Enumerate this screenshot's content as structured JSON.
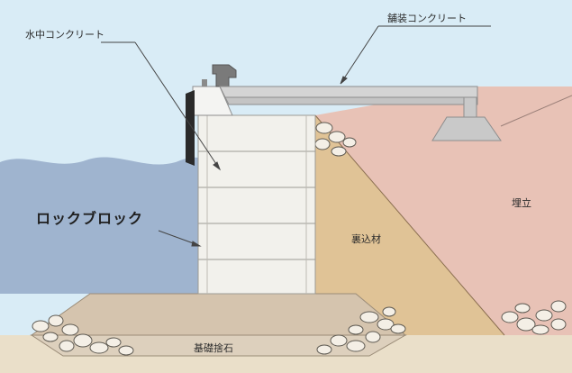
{
  "labels": {
    "underwater_concrete": "水中コンクリート",
    "paving_concrete": "舗装コンクリート",
    "rock_block": "ロックブロック",
    "backfill": "裏込材",
    "reclaimed_land": "埋立",
    "foundation_rubble": "基礎捨石"
  },
  "colors": {
    "sky": "#d9ecf6",
    "water": "#9fb4cf",
    "sea_floor": "#eadfc9",
    "mound": "#d5c4ae",
    "backfill": "#e0c396",
    "reclaimed": "#e8c2b6",
    "block": "#f2f1ec",
    "block_line": "#9c9a94",
    "concrete": "#dcdcdc",
    "fender": "#2a2a2a"
  }
}
